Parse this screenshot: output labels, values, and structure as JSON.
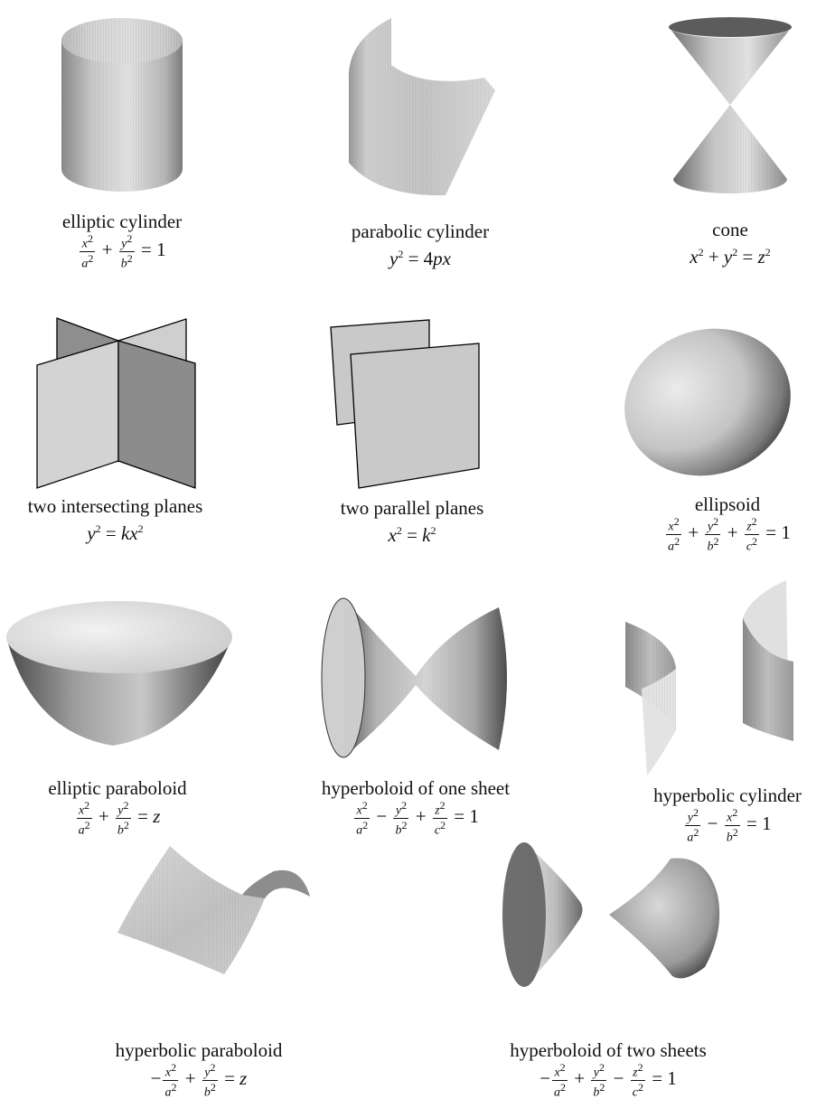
{
  "figures": [
    {
      "id": "elliptic-cylinder",
      "name": "elliptic cylinder"
    },
    {
      "id": "parabolic-cylinder",
      "name": "parabolic cylinder"
    },
    {
      "id": "cone",
      "name": "cone"
    },
    {
      "id": "two-intersecting-planes",
      "name": "two intersecting planes"
    },
    {
      "id": "two-parallel-planes",
      "name": "two parallel planes"
    },
    {
      "id": "ellipsoid",
      "name": "ellipsoid"
    },
    {
      "id": "elliptic-paraboloid",
      "name": "elliptic paraboloid"
    },
    {
      "id": "hyperboloid-one-sheet",
      "name": "hyperboloid of one sheet"
    },
    {
      "id": "hyperbolic-cylinder",
      "name": "hyperbolic cylinder"
    },
    {
      "id": "hyperbolic-paraboloid",
      "name": "hyperbolic paraboloid"
    },
    {
      "id": "hyperboloid-two-sheets",
      "name": "hyperboloid of two sheets"
    }
  ],
  "symbols": {
    "x": "x",
    "y": "y",
    "z": "z",
    "a": "a",
    "b": "b",
    "c": "c",
    "k": "k",
    "p": "p",
    "two": "2",
    "one": "1",
    "four": "4",
    "plus": "+",
    "minus": "−",
    "equals": "="
  }
}
